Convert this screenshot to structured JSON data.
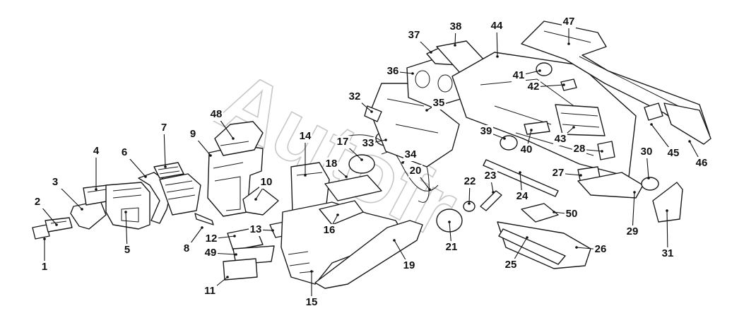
{
  "watermark": "Autofr",
  "callouts": [
    {
      "n": "1"
    },
    {
      "n": "2"
    },
    {
      "n": "3"
    },
    {
      "n": "4"
    },
    {
      "n": "5"
    },
    {
      "n": "6"
    },
    {
      "n": "7"
    },
    {
      "n": "8"
    },
    {
      "n": "9"
    },
    {
      "n": "10"
    },
    {
      "n": "11"
    },
    {
      "n": "12"
    },
    {
      "n": "13"
    },
    {
      "n": "14"
    },
    {
      "n": "15"
    },
    {
      "n": "16"
    },
    {
      "n": "17"
    },
    {
      "n": "18"
    },
    {
      "n": "19"
    },
    {
      "n": "20"
    },
    {
      "n": "21"
    },
    {
      "n": "22"
    },
    {
      "n": "23"
    },
    {
      "n": "24"
    },
    {
      "n": "25"
    },
    {
      "n": "26"
    },
    {
      "n": "27"
    },
    {
      "n": "28"
    },
    {
      "n": "29"
    },
    {
      "n": "30"
    },
    {
      "n": "31"
    },
    {
      "n": "32"
    },
    {
      "n": "33"
    },
    {
      "n": "34"
    },
    {
      "n": "35"
    },
    {
      "n": "36"
    },
    {
      "n": "37"
    },
    {
      "n": "38"
    },
    {
      "n": "39"
    },
    {
      "n": "40"
    },
    {
      "n": "41"
    },
    {
      "n": "42"
    },
    {
      "n": "43"
    },
    {
      "n": "44"
    },
    {
      "n": "45"
    },
    {
      "n": "46"
    },
    {
      "n": "47"
    },
    {
      "n": "48"
    },
    {
      "n": "49"
    },
    {
      "n": "50"
    }
  ]
}
